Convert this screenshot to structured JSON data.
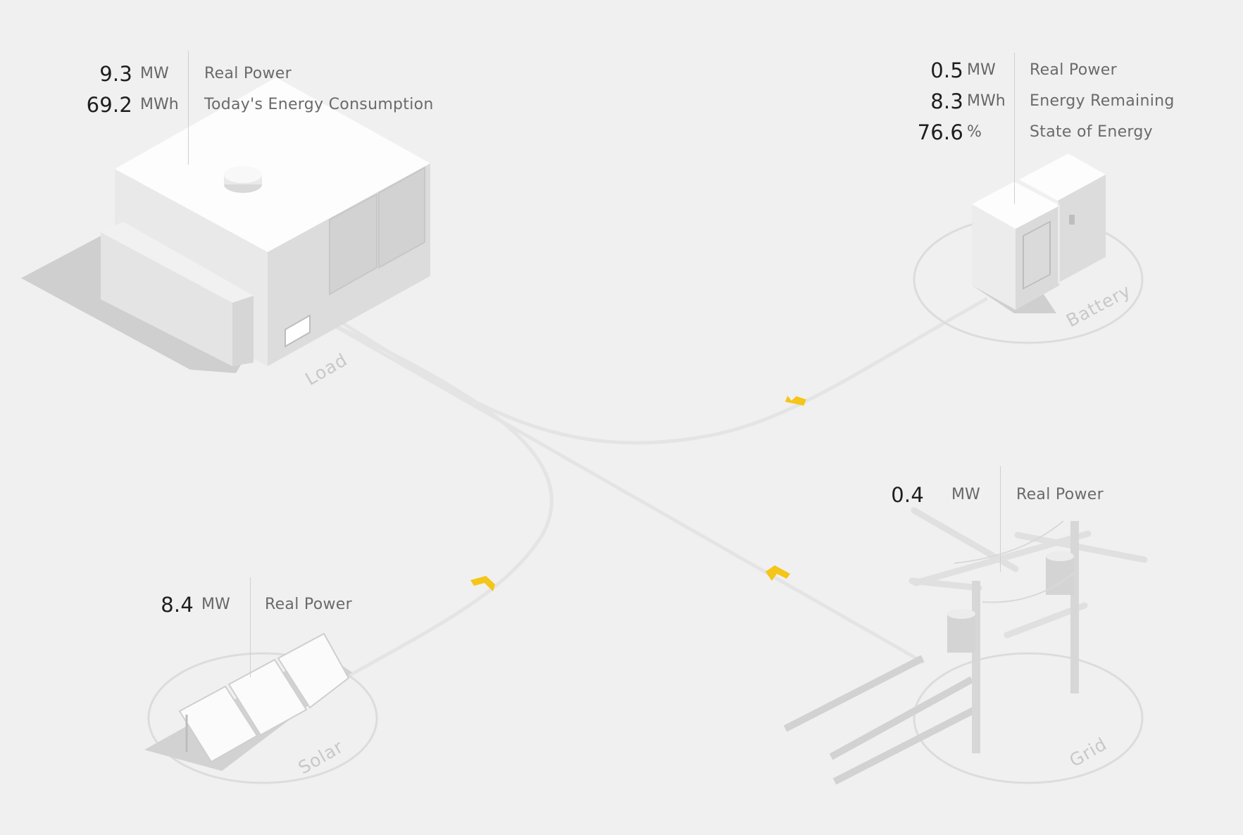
{
  "nodes": {
    "load": {
      "label": "Load",
      "metrics": [
        {
          "value": "9.3",
          "unit": "MW",
          "label": "Real Power"
        },
        {
          "value": "69.2",
          "unit": "MWh",
          "label": "Today's Energy Consumption"
        }
      ]
    },
    "battery": {
      "label": "Battery",
      "metrics": [
        {
          "value": "0.5",
          "unit": "MW",
          "label": "Real Power"
        },
        {
          "value": "8.3",
          "unit": "MWh",
          "label": "Energy Remaining"
        },
        {
          "value": "76.6",
          "unit": "%",
          "label": "State of Energy"
        }
      ]
    },
    "grid": {
      "label": "Grid",
      "metrics": [
        {
          "value": "0.4",
          "unit": "MW",
          "label": "Real Power"
        }
      ]
    },
    "solar": {
      "label": "Solar",
      "metrics": [
        {
          "value": "8.4",
          "unit": "MW",
          "label": "Real Power"
        }
      ]
    }
  },
  "colors": {
    "background": "#f0f0f0",
    "flow_line": "#e2e2e2",
    "flow_arrow": "#f5c518",
    "node_ring": "#dcdcdc"
  },
  "icons": [
    "building-icon",
    "battery-cabinet-icon",
    "utility-pole-icon",
    "solar-panel-icon",
    "flow-arrow-icon"
  ]
}
